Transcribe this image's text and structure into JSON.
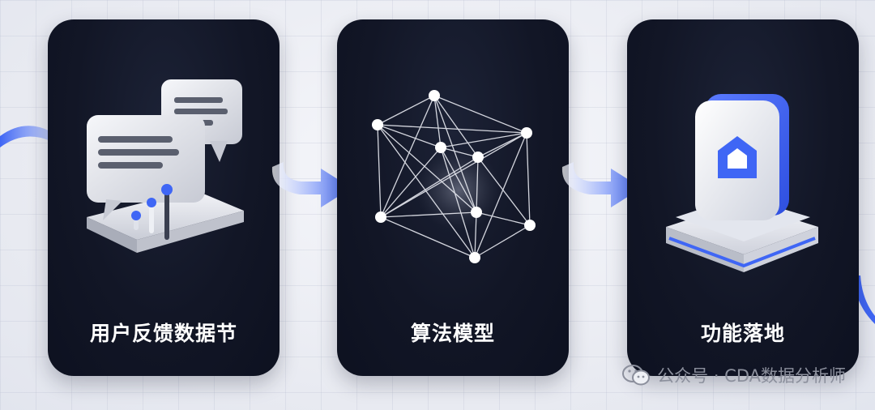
{
  "steps": [
    {
      "label": "用户反馈数据节",
      "icon": "feedback-chat-chart-icon"
    },
    {
      "label": "算法模型",
      "icon": "network-model-icon"
    },
    {
      "label": "功能落地",
      "icon": "app-platform-icon"
    }
  ],
  "watermark": {
    "text": "公众号 · CDA数据分析师",
    "icon": "wechat-icon"
  },
  "colors": {
    "card": "#121626",
    "accent": "#3f66f5",
    "label": "#ffffff",
    "background": "#eef0f5"
  }
}
